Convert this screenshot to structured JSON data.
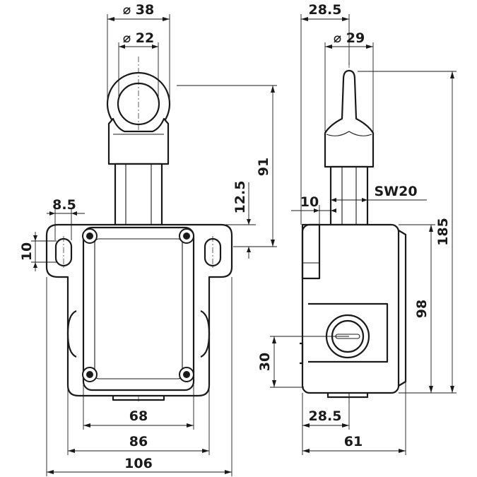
{
  "front_view": {
    "dim_ring_outer": "⌀ 38",
    "dim_ring_inner": "⌀ 22",
    "dim_hole_width": "8.5",
    "dim_hole_height": "10",
    "dim_top_height": "91",
    "dim_offset": "12.5",
    "dim_screw_spacing": "68",
    "dim_body_width": "86",
    "dim_overall_width": "106"
  },
  "side_view": {
    "dim_top_offset": "28.5",
    "dim_lever": "⌀ 29",
    "dim_collar": "10",
    "dim_wrench": "SW20",
    "dim_total_height": "185",
    "dim_body_height": "98",
    "dim_cable_height": "30",
    "dim_cable_offset": "28.5",
    "dim_depth": "61"
  }
}
